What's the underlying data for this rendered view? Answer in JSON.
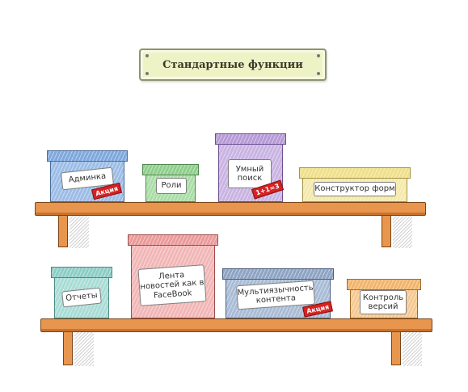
{
  "title": "Стандартные функции",
  "colors": {
    "blue": "#7fa8dc",
    "green": "#8fce8c",
    "purple": "#b69ad6",
    "yellow": "#efe08a",
    "teal": "#8ccdc6",
    "red": "#ea9a9a",
    "slate": "#8ea4c4",
    "orange": "#f0b46a",
    "shelf": "#e8954e",
    "promo": "#d42323"
  },
  "shelves": {
    "top": {
      "boxes": [
        {
          "label": "Админка",
          "tag": "Акция"
        },
        {
          "label": "Роли"
        },
        {
          "label": "Умный поиск",
          "tag": "1+1=3"
        },
        {
          "label": "Конструктор форм"
        }
      ]
    },
    "bottom": {
      "boxes": [
        {
          "label": "Отчеты"
        },
        {
          "label": "Лента новостей как в FaceBook"
        },
        {
          "label": "Мультиязычность контента",
          "tag": "Акция"
        },
        {
          "label": "Контроль версий"
        }
      ]
    }
  }
}
